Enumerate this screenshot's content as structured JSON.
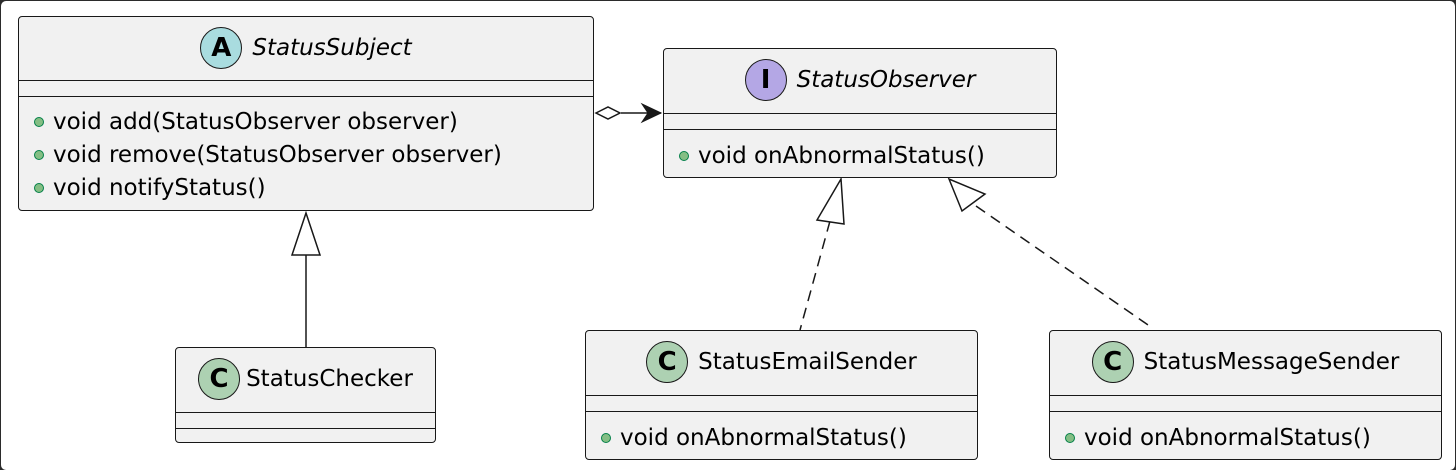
{
  "classes": {
    "status_subject": {
      "badge": "A",
      "name": "StatusSubject",
      "kind": "abstract",
      "methods": [
        "void add(StatusObserver observer)",
        "void remove(StatusObserver observer)",
        "void notifyStatus()"
      ]
    },
    "status_observer": {
      "badge": "I",
      "name": "StatusObserver",
      "kind": "interface",
      "methods": [
        "void onAbnormalStatus()"
      ]
    },
    "status_checker": {
      "badge": "C",
      "name": "StatusChecker",
      "kind": "class",
      "methods": []
    },
    "status_email_sender": {
      "badge": "C",
      "name": "StatusEmailSender",
      "kind": "class",
      "methods": [
        "void onAbnormalStatus()"
      ]
    },
    "status_message_sender": {
      "badge": "C",
      "name": "StatusMessageSender",
      "kind": "class",
      "methods": [
        "void onAbnormalStatus()"
      ]
    }
  },
  "relations": [
    {
      "type": "aggregation",
      "from": "StatusSubject",
      "to": "StatusObserver"
    },
    {
      "type": "inheritance",
      "from": "StatusChecker",
      "to": "StatusSubject"
    },
    {
      "type": "realization",
      "from": "StatusEmailSender",
      "to": "StatusObserver"
    },
    {
      "type": "realization",
      "from": "StatusMessageSender",
      "to": "StatusObserver"
    }
  ],
  "colors": {
    "class_fill": "#f1f1f1",
    "border": "#181818",
    "abstract_badge": "#a9dcdf",
    "interface_badge": "#b4a7e5",
    "class_badge": "#add1b2",
    "public_dot": "#84be84"
  }
}
